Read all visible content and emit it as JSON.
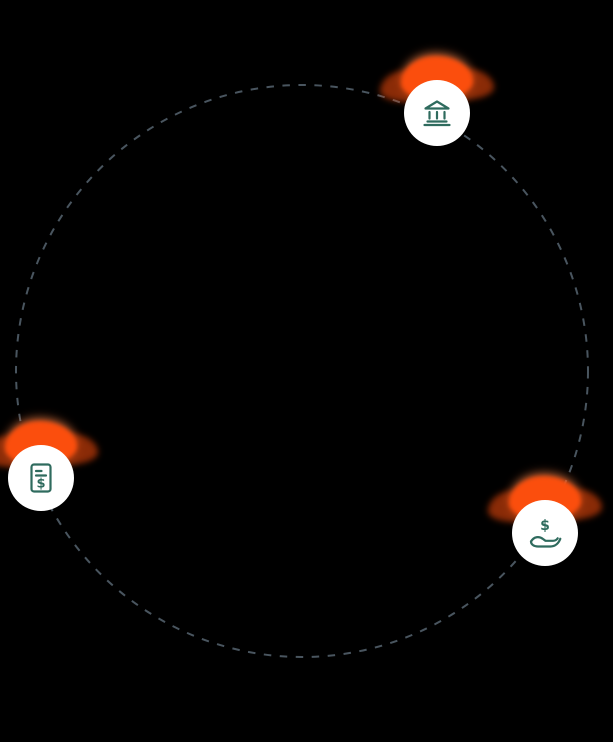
{
  "palette": {
    "background": "#000000",
    "accent_orange": "#fb4e0d",
    "glow_peach": "#ff9657",
    "icon_teal": "#2f6b5e",
    "dash_gray": "#49555f",
    "badge_white": "#ffffff"
  },
  "cycle": {
    "style": "dashed-circle"
  },
  "badges": [
    {
      "id": "bank",
      "icon": "bank-icon"
    },
    {
      "id": "invoice-dollar",
      "icon": "invoice-dollar-icon",
      "dollar_glyph": "$"
    },
    {
      "id": "hand-holding-dollar",
      "icon": "hand-holding-dollar-icon",
      "dollar_glyph": "$"
    }
  ]
}
